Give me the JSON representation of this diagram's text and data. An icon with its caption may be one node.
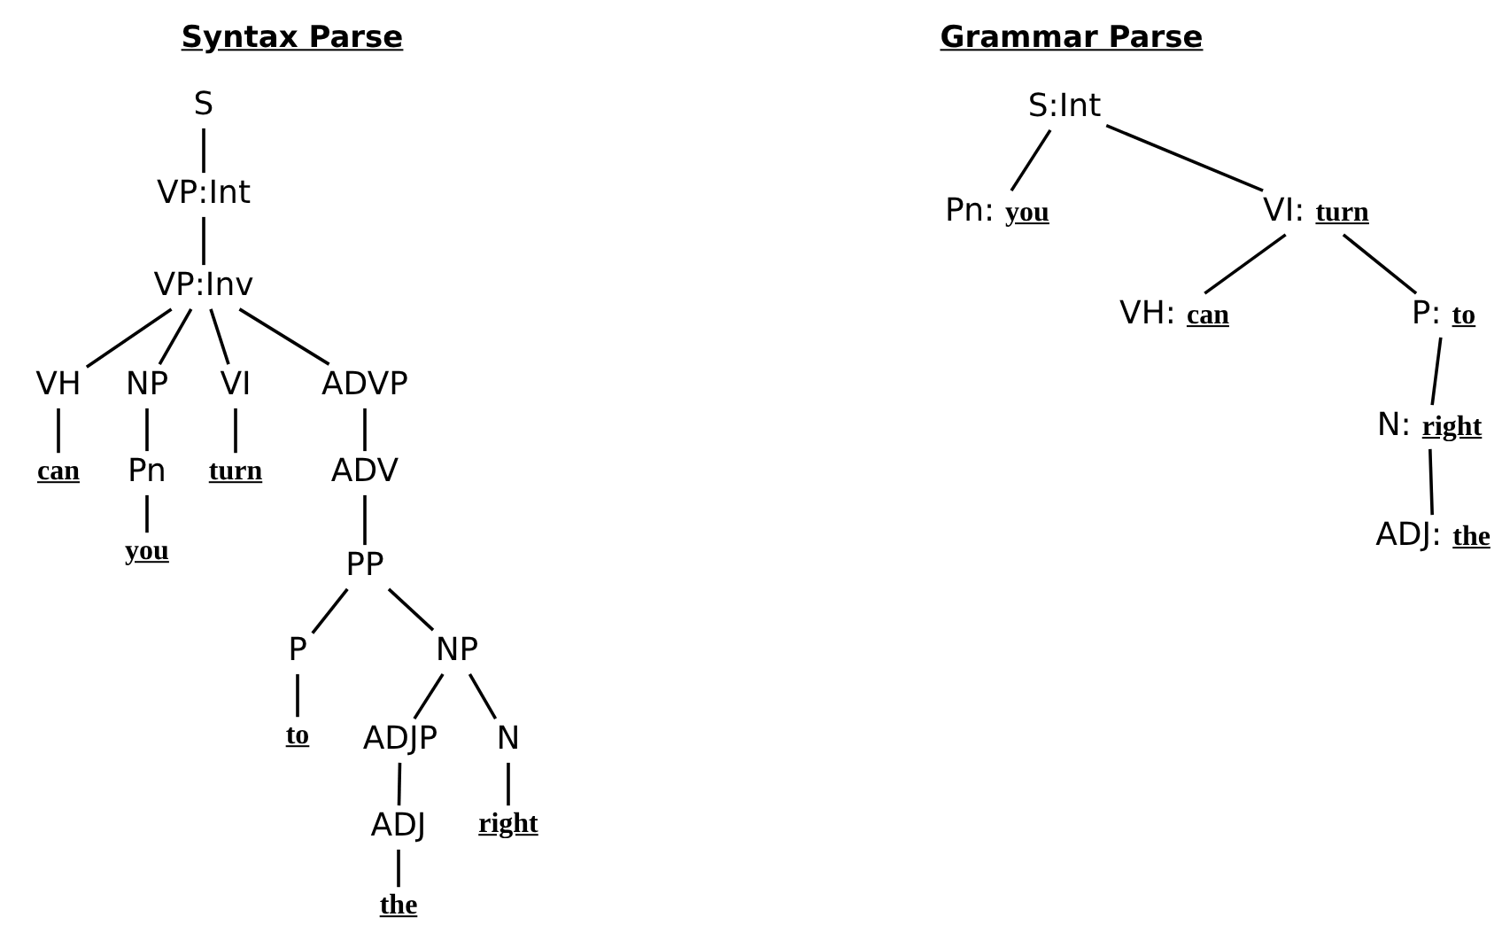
{
  "diagram": {
    "nodes": [
      {
        "text": [
          "S"
        ]
      },
      {
        "text": [
          "VP:Int"
        ]
      },
      {
        "text": [
          "VP:Inv"
        ]
      },
      {
        "text": [
          "VH"
        ]
      },
      {
        "text": [
          "NP"
        ]
      },
      {
        "text": [
          "VI"
        ]
      },
      {
        "text": [
          "ADVP"
        ]
      },
      {
        "text": [
          "can"
        ]
      },
      {
        "text": [
          "Pn"
        ]
      },
      {
        "text": [
          "turn"
        ]
      },
      {
        "text": [
          "ADV"
        ]
      },
      {
        "text": [
          "you"
        ]
      },
      {
        "text": [
          "PP"
        ]
      },
      {
        "text": [
          "P"
        ]
      },
      {
        "text": [
          "NP"
        ]
      },
      {
        "text": [
          "to"
        ]
      },
      {
        "text": [
          "ADJP"
        ]
      },
      {
        "text": [
          "N"
        ]
      },
      {
        "text": [
          "ADJ"
        ]
      },
      {
        "text": [
          "right"
        ]
      },
      {
        "text": [
          "the"
        ]
      },
      {
        "text": [
          "S:Int"
        ]
      },
      {
        "text": [
          "Pn:",
          "you"
        ]
      },
      {
        "text": [
          "VI:",
          "turn"
        ]
      },
      {
        "text": [
          "VH:",
          "can"
        ]
      },
      {
        "text": [
          "P:",
          "to"
        ]
      },
      {
        "text": [
          "N:",
          "right"
        ]
      },
      {
        "text": [
          "ADJ:",
          "the"
        ]
      }
    ],
    "edges": [
      {
        "from": 0,
        "to": 1,
        "arrow": "none"
      },
      {
        "from": 1,
        "to": 2,
        "arrow": "none"
      },
      {
        "from": 2,
        "to": 3,
        "arrow": "none"
      },
      {
        "from": 2,
        "to": 4,
        "arrow": "none"
      },
      {
        "from": 2,
        "to": 5,
        "arrow": "none"
      },
      {
        "from": 2,
        "to": 6,
        "arrow": "none"
      },
      {
        "from": 3,
        "to": 7,
        "arrow": "none"
      },
      {
        "from": 4,
        "to": 8,
        "arrow": "none"
      },
      {
        "from": 5,
        "to": 9,
        "arrow": "none"
      },
      {
        "from": 6,
        "to": 10,
        "arrow": "none"
      },
      {
        "from": 8,
        "to": 11,
        "arrow": "none"
      },
      {
        "from": 10,
        "to": 12,
        "arrow": "none"
      },
      {
        "from": 12,
        "to": 13,
        "arrow": "none"
      },
      {
        "from": 12,
        "to": 14,
        "arrow": "none"
      },
      {
        "from": 13,
        "to": 15,
        "arrow": "none"
      },
      {
        "from": 14,
        "to": 16,
        "arrow": "none"
      },
      {
        "from": 14,
        "to": 17,
        "arrow": "none"
      },
      {
        "from": 16,
        "to": 18,
        "arrow": "none"
      },
      {
        "from": 17,
        "to": 19,
        "arrow": "none"
      },
      {
        "from": 18,
        "to": 20,
        "arrow": "none"
      },
      {
        "from": 21,
        "to": 22,
        "arrow": "none"
      },
      {
        "from": 21,
        "to": 23,
        "arrow": "none"
      },
      {
        "from": 23,
        "to": 24,
        "arrow": "none"
      },
      {
        "from": 23,
        "to": 25,
        "arrow": "none"
      },
      {
        "from": 25,
        "to": 26,
        "arrow": "none"
      },
      {
        "from": 26,
        "to": 27,
        "arrow": "none"
      }
    ],
    "labels": [
      "Syntax Parse",
      "Grammar Parse"
    ]
  }
}
